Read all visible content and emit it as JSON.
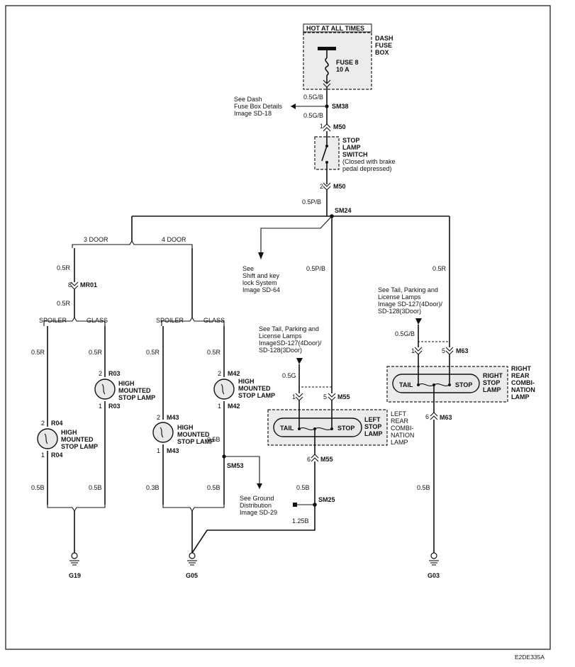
{
  "fuse": {
    "hot_label": "HOT AT ALL TIMES",
    "box_l1": "DASH",
    "box_l2": "FUSE",
    "box_l3": "BOX",
    "fuse_name": "FUSE 8",
    "fuse_rating": "10 A"
  },
  "top": {
    "wire1": "0.5G/B",
    "sm38": "SM38",
    "wire2": "0.5G/B",
    "ref_l1": "See Dash",
    "ref_l2": "Fuse Box Details",
    "ref_l3": "Image SD-18",
    "m50_pin1": "1",
    "m50": "M50",
    "m50_pin2": "2",
    "m50b": "M50",
    "wire3": "0.5P/B",
    "sm24": "SM24"
  },
  "switch": {
    "l1": "STOP",
    "l2": "LAMP",
    "l3": "SWITCH",
    "l4": "(Closed with brake",
    "l5": "pedal depressed)"
  },
  "shift": {
    "l1": "See",
    "l2": "Shift and key",
    "l3": "lock System",
    "l4": "Image SD-64"
  },
  "door3": {
    "label": "3 DOOR",
    "wire_a": "0.5R",
    "pin_a": "8",
    "conn_a": "MR01",
    "wire_b": "0.5R",
    "spoiler": "SPOILER",
    "glass": "GLASS",
    "sp_wire1": "0.5R",
    "gl_wire1": "0.5R",
    "gl_pin2": "2",
    "gl_conn2": "R03",
    "gl_pin1": "1",
    "gl_conn1": "R03",
    "gl_lamp_l1": "HIGH",
    "gl_lamp_l2": "MOUNTED",
    "gl_lamp_l3": "STOP LAMP",
    "sp_pin2": "2",
    "sp_conn2": "R04",
    "sp_pin1": "1",
    "sp_conn1": "R04",
    "sp_lamp_l1": "HIGH",
    "sp_lamp_l2": "MOUNTED",
    "sp_lamp_l3": "STOP LAMP",
    "sp_wire2": "0.5B",
    "gl_wire2": "0.5B",
    "ground": "G19"
  },
  "door4": {
    "label": "4 DOOR",
    "spoiler": "SPOILER",
    "glass": "GLASS",
    "sp_wire1": "0.5R",
    "gl_wire1": "0.5R",
    "gl_pin2": "2",
    "gl_conn2": "M42",
    "gl_pin1": "1",
    "gl_conn1": "M42",
    "gl_lamp_l1": "HIGH",
    "gl_lamp_l2": "MOUNTED",
    "gl_lamp_l3": "STOP LAMP",
    "sp_pin2": "2",
    "sp_conn2": "M43",
    "sp_pin1": "1",
    "sp_conn1": "M43",
    "sp_lamp_l1": "HIGH",
    "sp_lamp_l2": "MOUNTED",
    "sp_lamp_l3": "STOP LAMP",
    "gl_wire2": "0.5B",
    "sm53": "SM53",
    "sp_wire2": "0.3B",
    "gl_wire3": "0.5B",
    "gd_l1": "See Ground",
    "gd_l2": "Distribution",
    "gd_l3": "Image SD-29",
    "ground": "G05"
  },
  "left": {
    "wire_in": "0.5P/B",
    "ref_l1": "See Tail, Parking and",
    "ref_l2": "License Lamps",
    "ref_l3": "ImageSD-127(4Door)/",
    "ref_l4": "SD-128(3Door)",
    "tail_wire": "0.5G",
    "pin1": "1",
    "pin5": "5",
    "conn": "M55",
    "tail": "TAIL",
    "stop": "STOP",
    "lamp_l1": "LEFT",
    "lamp_l2": "STOP",
    "lamp_l3": "LAMP",
    "name_l1": "LEFT",
    "name_l2": "REAR",
    "name_l3": "COMBI-",
    "name_l4": "NATION",
    "name_l5": "LAMP",
    "pin6": "6",
    "conn6": "M55",
    "wire_out": "0.5B",
    "sm25": "SM25",
    "wire_g": "1.25B"
  },
  "right": {
    "wire_in": "0.5R",
    "ref_l1": "See Tail, Parking and",
    "ref_l2": "License Lamps",
    "ref_l3": "Image SD-127(4Door)/",
    "ref_l4": "SD-128(3Door)",
    "tail_wire": "0.5G/B",
    "pin1": "1",
    "pin5": "5",
    "conn": "M63",
    "tail": "TAIL",
    "stop": "STOP",
    "lamp_l1": "RIGHT",
    "lamp_l2": "STOP",
    "lamp_l3": "LAMP",
    "name_l1": "RIGHT",
    "name_l2": "REAR",
    "name_l3": "COMBI-",
    "name_l4": "NATION",
    "name_l5": "LAMP",
    "pin6": "6",
    "conn6": "M63",
    "wire_out": "0.5B",
    "ground": "G03"
  },
  "footer": {
    "code": "E2DE335A"
  }
}
